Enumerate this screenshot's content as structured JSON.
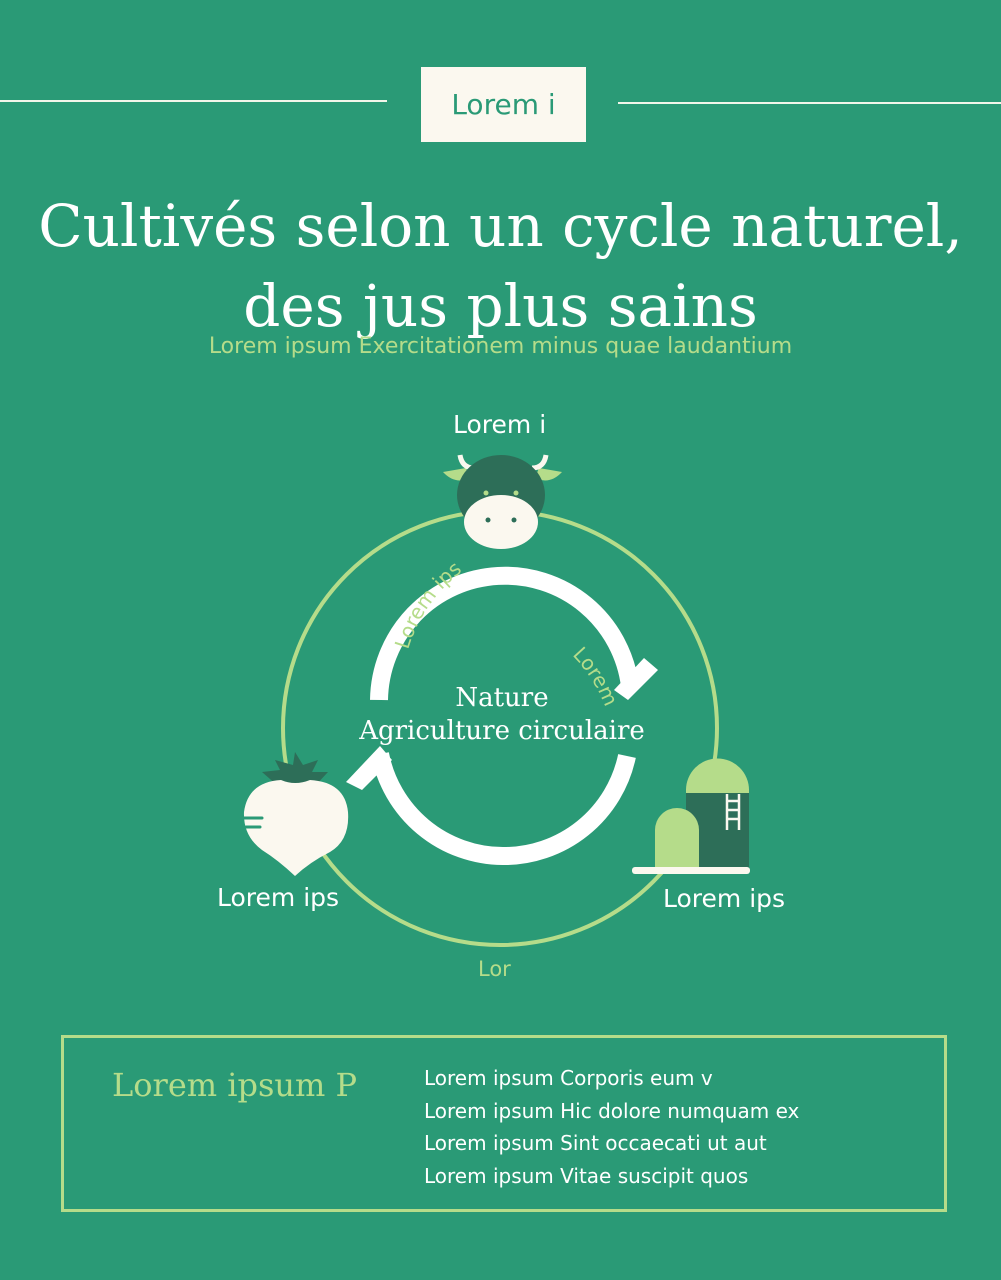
{
  "header": {
    "tag_label": "Lorem i"
  },
  "title": {
    "line1": "Cultivés selon un cycle naturel,",
    "line2": "des jus plus sains"
  },
  "subtitle": "Lorem ipsum Exercitationem minus quae laudantium",
  "cycle": {
    "center_line1": "Nature",
    "center_line2": "Agriculture circulaire",
    "nodes": [
      {
        "label": "Lorem i",
        "icon": "cow-icon"
      },
      {
        "label": "Lorem ips",
        "icon": "silo-icon"
      },
      {
        "label": "Lorem ips",
        "icon": "turnip-icon"
      }
    ],
    "arc_labels": {
      "left": "Lorem ips",
      "right": "Lorem",
      "bottom": "Lor"
    }
  },
  "info_box": {
    "title": "Lorem ipsum P",
    "items": [
      "Lorem ipsum Corporis eum v",
      "Lorem ipsum Hic dolore numquam ex",
      "Lorem ipsum Sint occaecati ut aut",
      "Lorem ipsum Vitae suscipit quos"
    ]
  },
  "colors": {
    "background": "#2a9a76",
    "accent_light_green": "#b5dc8a",
    "dark_green": "#2d6e58",
    "cream": "#fbf8ef"
  }
}
